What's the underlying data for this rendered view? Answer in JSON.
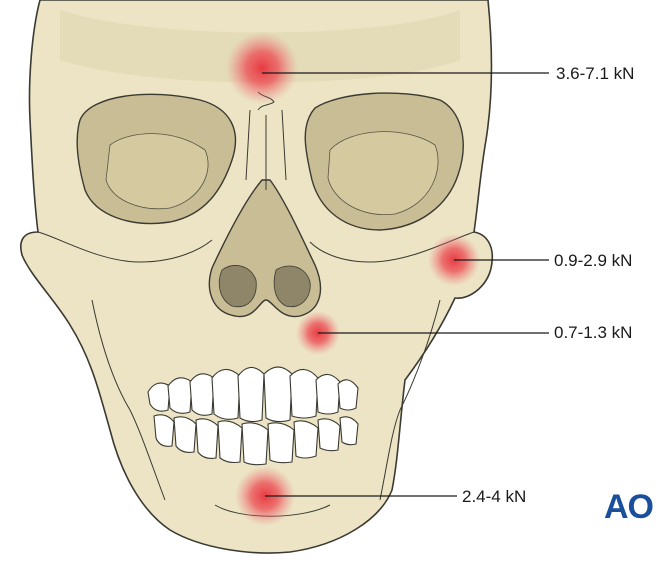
{
  "colors": {
    "bone_fill": "#ece4c4",
    "bone_shadow": "#d8ccA2",
    "bone_stroke": "#3a3a32",
    "orbit_fill": "#c9bd95",
    "nasal_dark": "#8f8568",
    "hotspot": "#e8323c",
    "leader_line": "#1a1a1a",
    "logo_blue": "#1a4f9c"
  },
  "labels": {
    "frontal": "3.6-7.1 kN",
    "zygoma": "0.9-2.9 kN",
    "maxilla": "0.7-1.3 kN",
    "mandible": "2.4-4 kN"
  },
  "logo": {
    "text": "AO"
  }
}
